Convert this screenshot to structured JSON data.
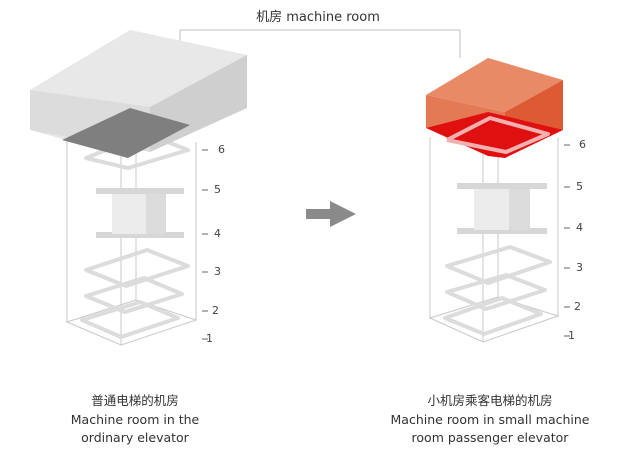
{
  "header": {
    "label": "机房 machine room"
  },
  "floors": [
    "1",
    "2",
    "3",
    "4",
    "5",
    "6"
  ],
  "left": {
    "caption_cn": "普通电梯的机房",
    "caption_en_1": "Machine room in the",
    "caption_en_2": "ordinary elevator"
  },
  "right": {
    "caption_cn": "小机房乘客电梯的机房",
    "caption_en_1": "Machine room in small machine",
    "caption_en_2": "room passenger elevator"
  },
  "colors": {
    "left_room_top": "#e6e6e6",
    "left_room_front": "#d2d2d2",
    "left_room_base": "#7f7f7f",
    "right_room_top": "#e47a55",
    "right_room_front": "#e06038",
    "right_room_base": "#e01010",
    "arrow": "#8a8a8a"
  },
  "icons": {
    "arrow": "right-arrow-icon"
  }
}
